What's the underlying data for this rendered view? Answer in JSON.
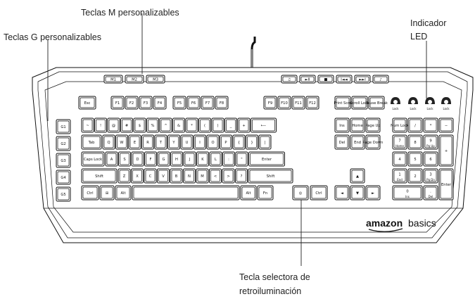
{
  "callouts": {
    "m_keys": "Teclas M personalizables",
    "g_keys": "Teclas G personalizables",
    "led_line1": "Indicador",
    "led_line2": "LED",
    "backlight_line1": "Tecla selectora de",
    "backlight_line2": "retroiluminación"
  },
  "brand": {
    "amazon": "amazon",
    "basics": "basics"
  },
  "keys": {
    "m": [
      "M1",
      "M2",
      "M3"
    ],
    "media": [
      "♫",
      "►II",
      "■",
      "I◄◄",
      "►►I",
      "♪"
    ],
    "esc": "Esc",
    "f1": [
      "F1",
      "F2",
      "F3",
      "F4"
    ],
    "f2": [
      "F5",
      "F6",
      "F7",
      "F8"
    ],
    "f3": [
      "F9",
      "F10",
      "F11",
      "F12"
    ],
    "sys": [
      "Print Scrn",
      "Scroll Lock",
      "Pause Break"
    ],
    "led": [
      "Lock",
      "Lock",
      "Lock",
      "Lock"
    ],
    "g": [
      "G1",
      "G2",
      "G3",
      "G4",
      "G5"
    ],
    "num_row": [
      "~",
      "!",
      "@",
      "#",
      "$",
      "%",
      "^",
      "&",
      "*",
      "(",
      ")",
      "_",
      "+"
    ],
    "backspace": "⟵",
    "tab": "Tab",
    "row_q": [
      "Q",
      "W",
      "E",
      "R",
      "T",
      "Y",
      "U",
      "I",
      "O",
      "P",
      "{",
      "}",
      "|"
    ],
    "caps": "Caps Lock",
    "row_a": [
      "A",
      "S",
      "D",
      "F",
      "G",
      "H",
      "J",
      "K",
      "L",
      ":",
      "\""
    ],
    "enter": "Enter",
    "lshift": "Shift",
    "row_z": [
      "Z",
      "X",
      "C",
      "V",
      "B",
      "N",
      "M",
      "<",
      ">",
      "?"
    ],
    "rshift": "Shift",
    "ctrl": "Ctrl",
    "win": "⊞",
    "alt": "Alt",
    "fn": "Fn",
    "nav": [
      "Ins",
      "Home",
      "Page Up",
      "Del",
      "End",
      "Page Down"
    ],
    "arrows": [
      "▲",
      "◄",
      "▼",
      "►"
    ],
    "numlock": "Num Lock",
    "pad_top": [
      "/",
      "*",
      "−"
    ],
    "pad": [
      "7",
      "8",
      "9",
      "4",
      "5",
      "6",
      "1",
      "2",
      "3"
    ],
    "pad_sub": [
      "Home",
      "",
      "Pg Up",
      "",
      "",
      "",
      "End",
      "",
      "Pg Dn"
    ],
    "pad0": "0",
    "pad0_sub": "Ins",
    "paddot": ".",
    "paddot_sub": "Del",
    "plus": "+",
    "pad_enter": "Enter"
  }
}
